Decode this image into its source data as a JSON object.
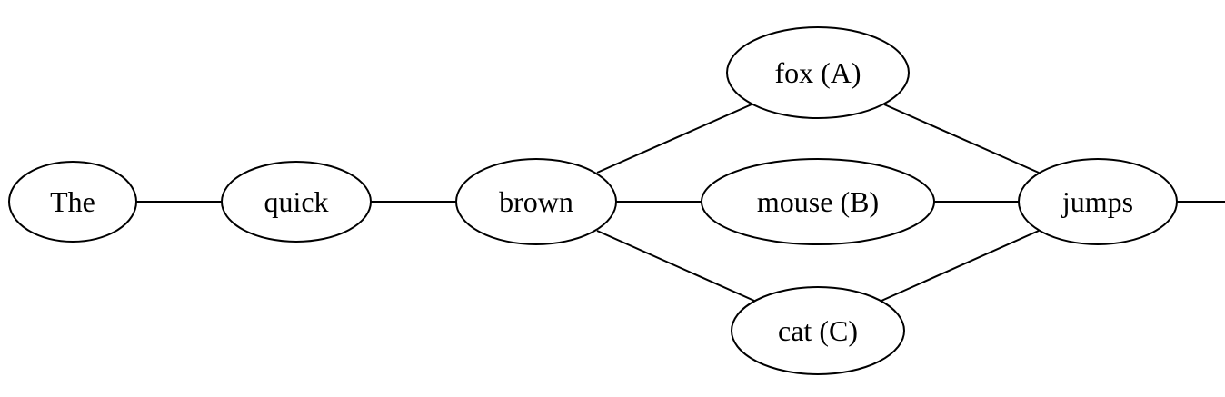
{
  "diagram": {
    "nodes": [
      {
        "id": "the",
        "label": "The"
      },
      {
        "id": "quick",
        "label": "quick"
      },
      {
        "id": "brown",
        "label": "brown"
      },
      {
        "id": "fox",
        "label": "fox (A)"
      },
      {
        "id": "mouse",
        "label": "mouse (B)"
      },
      {
        "id": "cat",
        "label": "cat (C)"
      },
      {
        "id": "jumps",
        "label": "jumps"
      }
    ],
    "edges": [
      [
        "the",
        "quick"
      ],
      [
        "quick",
        "brown"
      ],
      [
        "brown",
        "fox"
      ],
      [
        "brown",
        "mouse"
      ],
      [
        "brown",
        "cat"
      ],
      [
        "fox",
        "jumps"
      ],
      [
        "mouse",
        "jumps"
      ],
      [
        "cat",
        "jumps"
      ],
      [
        "jumps",
        ""
      ]
    ]
  }
}
